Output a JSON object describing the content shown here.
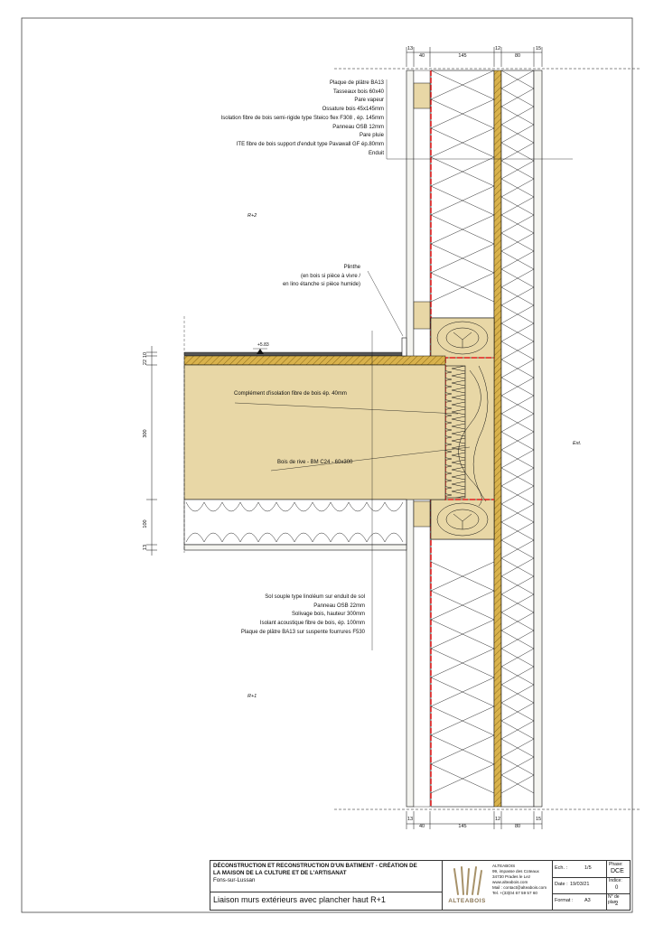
{
  "dimensions": {
    "top": [
      "13",
      "40",
      "145",
      "12",
      "80",
      "15"
    ],
    "bottom": [
      "13",
      "40",
      "145",
      "12",
      "80",
      "15"
    ],
    "left": [
      "10",
      "22",
      "300",
      "100",
      "13"
    ],
    "level": "+5.83"
  },
  "wall_labels": [
    "Plaque de plâtre BA13",
    "Tasseaux bois 60x40",
    "Pare vapeur",
    "Ossature bois 45x145mm",
    "Isolation fibre de bois semi-rigide type Steico flex F308 , ép. 145mm",
    "Panneau OSB 12mm",
    "Pare pluie",
    "ITE fibre de bois support d'enduit type Pavawall GF ép.80mm",
    "Enduit"
  ],
  "level_labels": {
    "upper": "R+2",
    "lower": "R+1",
    "exterior": "Ext."
  },
  "plinthe": {
    "title": "Plinthe",
    "line1": "(en bois si pièce à vivre /",
    "line2": "en lino étanche si pièce humide)"
  },
  "callouts": {
    "insulation": "Complément d'isolation fibre de bois ép. 40mm",
    "rim": "Bois de rive - BM C24 - 60x300"
  },
  "floor_labels": [
    "Sol souple type linoléum sur enduit de sol",
    "Panneau OSB 22mm",
    "Solivage bois, hauteur 300mm",
    "Isolant acoustique fibre de bois, ép. 100mm",
    "Plaque de plâtre BA13 sur suspente fourrures F530"
  ],
  "title_block": {
    "project_line1": "DÉCONSTRUCTION ET RECONSTRUCTION D'UN BATIMENT - CRÉATION DE",
    "project_line2": "LA MAISON DE LA CULTURE ET DE L'ARTISANAT",
    "location": "Fons-sur-Lussan",
    "drawing_title": "Liaison murs extérieurs avec plancher haut R+1",
    "company": {
      "name": "ALTEABOIS",
      "address1": "99, impasse des Coteaux",
      "address2": "34730 Prades le Lez",
      "web": "www.alteabois.com",
      "mail": "Mail : contact@alteabois.com",
      "tel": "Tel. +(33)04 67 59 57 60",
      "logo_text": "ALTEABOIS"
    },
    "ech_label": "Ech. :",
    "ech_value": "1/5",
    "date_label": "Date :",
    "date_value": "19/03/21",
    "format_label": "Format :",
    "format_value": "A3",
    "phase_label": "Phase:",
    "phase_value": "DCE",
    "indice_label": "Indice:",
    "indice_value": "0",
    "plan_label": "N° de plan:",
    "plan_value": "2"
  },
  "colors": {
    "wood": "#e8d7a6",
    "osb": "#d9b24c",
    "vapour_barrier": "#e32020",
    "line": "#111111"
  }
}
